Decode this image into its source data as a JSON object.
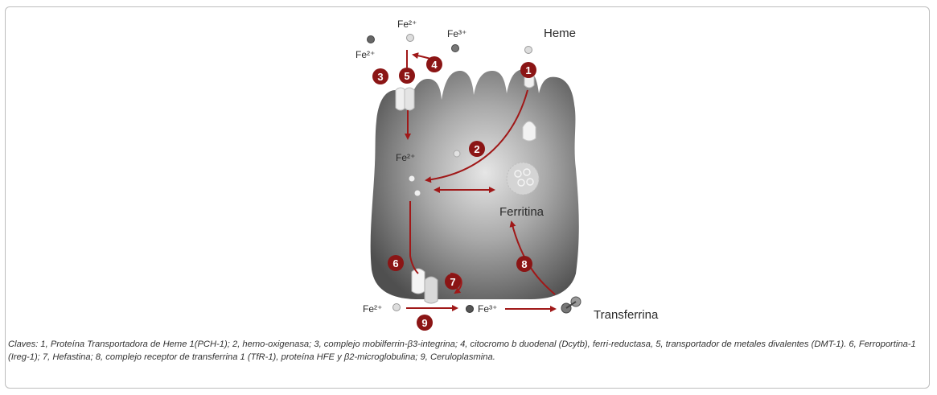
{
  "labels": {
    "fe2_top": "Fe²⁺",
    "fe3_top": "Fe³⁺",
    "heme": "Heme",
    "fe2_left": "Fe²⁺",
    "fe2_inner": "Fe²⁺",
    "ferritina": "Ferritina",
    "fe2_bottom": "Fe²⁺",
    "fe3_bottom": "Fe³⁺",
    "transferrina": "Transferrina"
  },
  "markers": [
    "1",
    "2",
    "3",
    "4",
    "5",
    "6",
    "7",
    "8",
    "9"
  ],
  "colors": {
    "marker": "#8b1515",
    "arrow": "#a01818",
    "cell_dark": "#555555",
    "cell_light": "#dcdcdc"
  },
  "caption": "Claves: 1, Proteína Transportadora de Heme 1(PCH-1); 2, hemo-oxigenasa; 3, complejo mobilferrin-β3-integrina; 4, citocromo b duodenal (Dcytb), ferri-reductasa, 5, transportador de metales divalentes (DMT-1). 6, Ferroportina-1 (Ireg-1); 7, Hefastina; 8, complejo receptor de transferrina 1 (TfR-1), proteína HFE y β2-microglobulina; 9, Ceruloplasmina."
}
